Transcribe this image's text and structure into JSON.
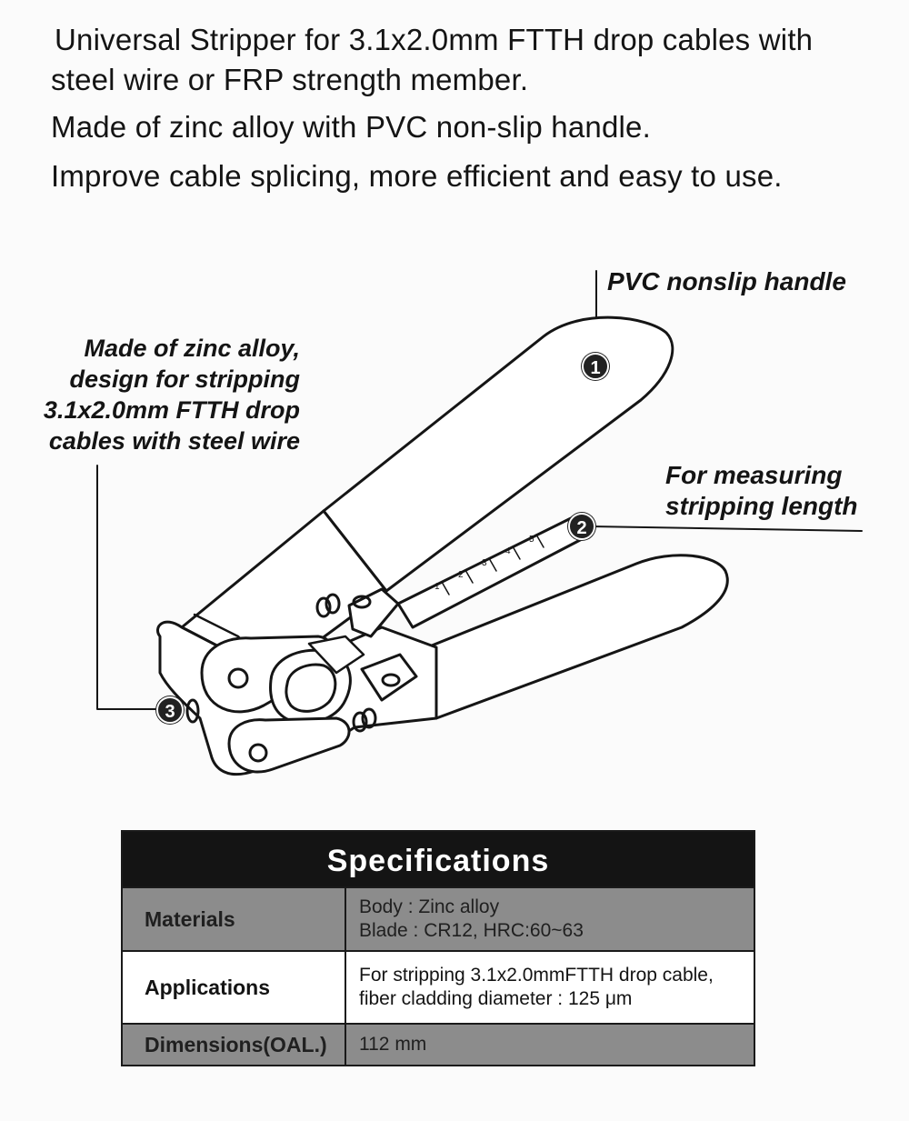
{
  "intro": {
    "line1": "Universal Stripper for 3.1x2.0mm FTTH drop cables with",
    "line2": "steel wire  or FRP strength member.",
    "line3": "Made of zinc alloy with PVC non-slip handle.",
    "line4": "Improve cable splicing, more efficient and easy to use."
  },
  "callouts": {
    "handle": {
      "number": "1",
      "text": "PVC nonslip handle"
    },
    "measure": {
      "number": "2",
      "line1": "For measuring",
      "line2": "stripping length"
    },
    "body": {
      "number": "3",
      "line1": "Made of zinc alloy,",
      "line2": "design for stripping",
      "line3": "3.1x2.0mm FTTH drop",
      "line4": "cables with steel wire"
    }
  },
  "ruler_marks": [
    "1",
    "2",
    "3",
    "4",
    "5"
  ],
  "specs": {
    "title": "Specifications",
    "rows": [
      {
        "key": "Materials",
        "value1": "Body : Zinc alloy",
        "value2": "Blade : CR12, HRC:60~63"
      },
      {
        "key": "Applications",
        "value1": "For stripping 3.1x2.0mmFTTH drop cable,",
        "value2": "fiber cladding diameter : 125 μm"
      },
      {
        "key": "Dimensions(OAL.)",
        "value1": "112 mm"
      }
    ]
  }
}
